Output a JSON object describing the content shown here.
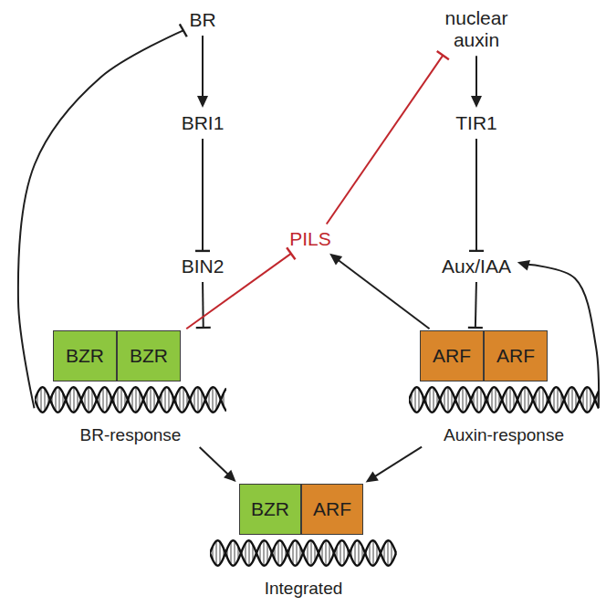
{
  "diagram": {
    "nodes": [
      {
        "text": [
          "BR"
        ]
      },
      {
        "text": [
          "nuclear auxin"
        ]
      },
      {
        "text": [
          "BRI1"
        ]
      },
      {
        "text": [
          "TIR1"
        ]
      },
      {
        "text": [
          "PILS"
        ]
      },
      {
        "text": [
          "BIN2"
        ]
      },
      {
        "text": [
          "Aux/IAA"
        ]
      },
      {
        "text": [
          "BR-response"
        ]
      },
      {
        "text": [
          "BZR"
        ],
        "in": 7
      },
      {
        "text": [
          "BZR"
        ],
        "in": 7
      },
      {
        "text": [
          "Auxin-response"
        ]
      },
      {
        "text": [
          "ARF"
        ],
        "in": 10
      },
      {
        "text": [
          "ARF"
        ],
        "in": 10
      },
      {
        "text": [
          "Integrated"
        ]
      },
      {
        "text": [
          "BZR"
        ],
        "in": 13
      },
      {
        "text": [
          "ARF"
        ],
        "in": 13
      }
    ],
    "edges": [
      {
        "from": 0,
        "to": 2,
        "arrow": "to"
      },
      {
        "from": 2,
        "to": 5,
        "arrow": "to"
      },
      {
        "from": 5,
        "to": 7,
        "arrow": "to"
      },
      {
        "from": 7,
        "to": 0,
        "arrow": "to"
      },
      {
        "from": 7,
        "to": 4,
        "arrow": "to"
      },
      {
        "from": 4,
        "to": 1,
        "arrow": "to"
      },
      {
        "from": 1,
        "to": 3,
        "arrow": "to"
      },
      {
        "from": 3,
        "to": 6,
        "arrow": "to"
      },
      {
        "from": 6,
        "to": 10,
        "arrow": "to"
      },
      {
        "from": 10,
        "to": 4,
        "arrow": "to"
      },
      {
        "from": 10,
        "to": 6,
        "arrow": "to"
      },
      {
        "from": 7,
        "to": 13,
        "arrow": "to"
      },
      {
        "from": 10,
        "to": 13,
        "arrow": "to"
      }
    ]
  }
}
